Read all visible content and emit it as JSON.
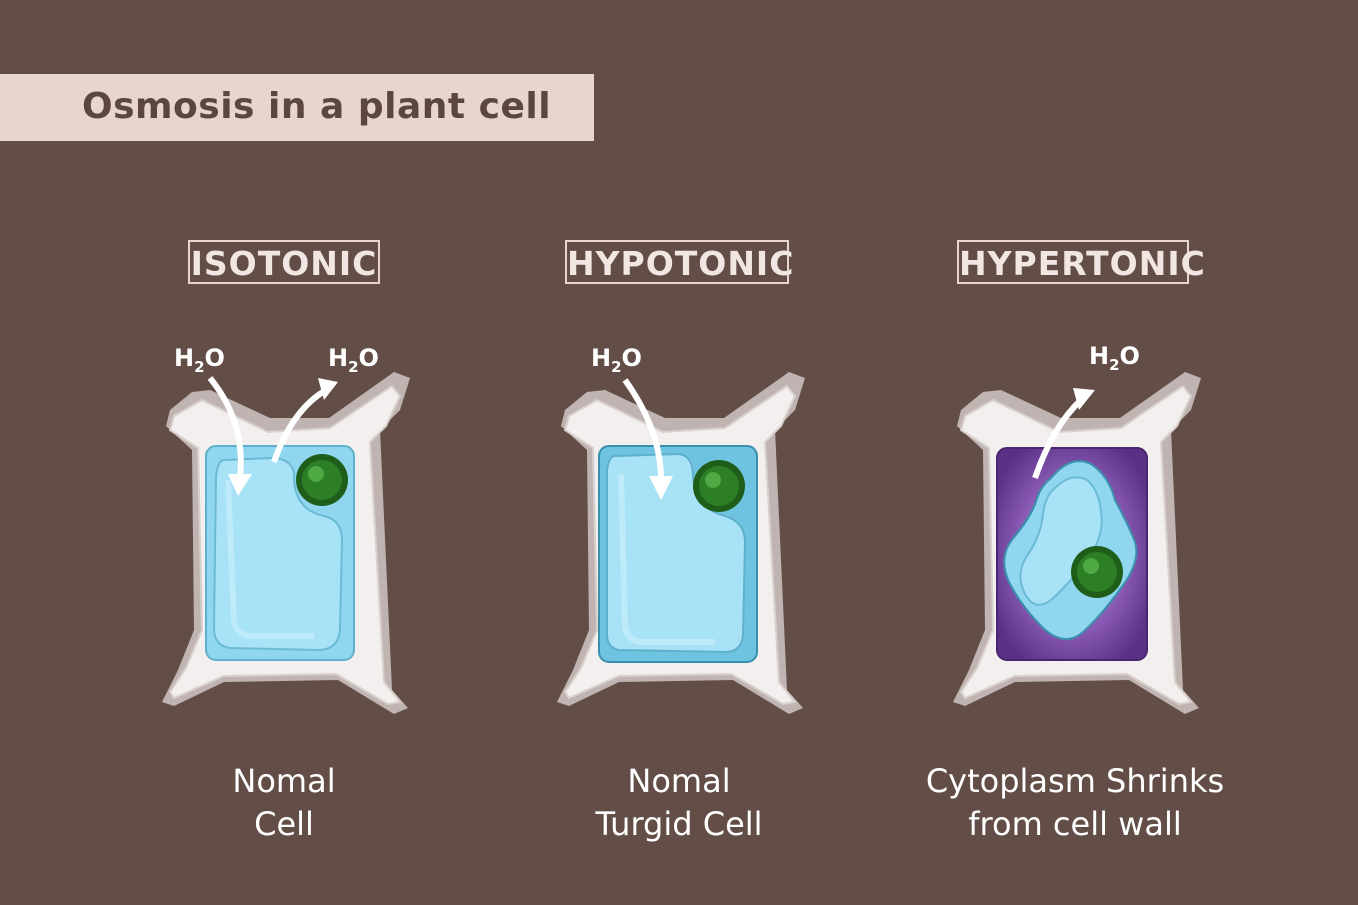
{
  "title": "Osmosis in a plant cell",
  "panels": [
    {
      "tag": "ISOTONIC",
      "caption_line1": "Nomal",
      "caption_line2": "Cell",
      "h2o_labels": [
        "H2O",
        "H2O"
      ]
    },
    {
      "tag": "HYPOTONIC",
      "caption_line1": "Nomal",
      "caption_line2": "Turgid Cell",
      "h2o_labels": [
        "H2O"
      ]
    },
    {
      "tag": "HYPERTONIC",
      "caption_line1": "Cytoplasm Shrinks",
      "caption_line2": "from cell wall",
      "h2o_labels": [
        "H2O"
      ]
    }
  ],
  "colors": {
    "background": "#634e47",
    "banner": "#e8d5cf",
    "cell_wall": "#f3efee",
    "cytoplasm": "#8fd6ee",
    "vacuole": "#a7e2f6",
    "nucleus": "#2d7f25",
    "hypertonic_space": "#6b3b93"
  }
}
